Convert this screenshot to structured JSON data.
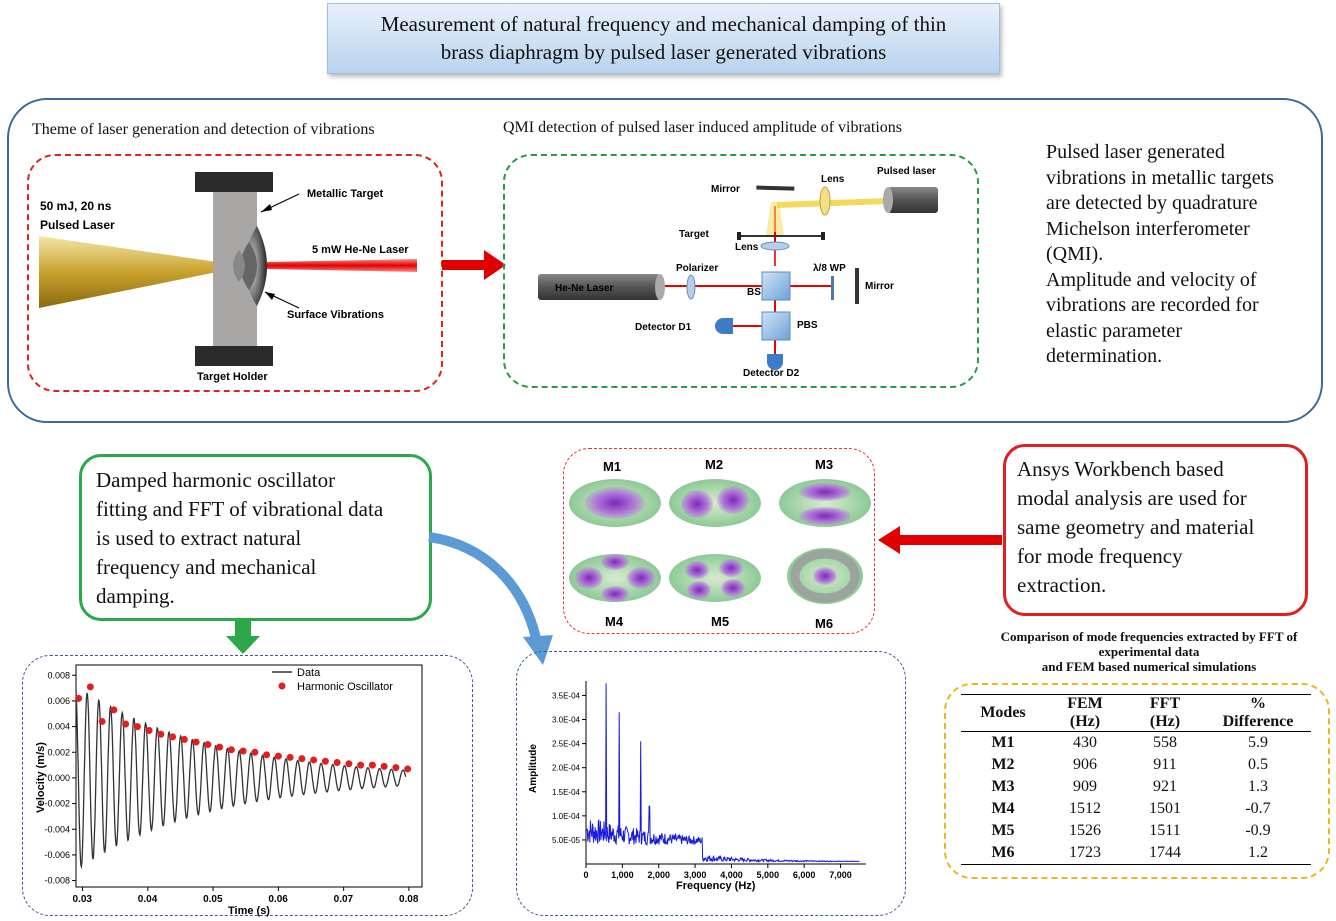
{
  "title": {
    "line1": "Measurement of natural frequency and mechanical damping of thin",
    "line2": "brass diaphragm by pulsed laser generated vibrations"
  },
  "theme": {
    "heading": "Theme of laser generation and detection of vibrations",
    "pulse_label_1": "50 mJ, 20 ns",
    "pulse_label_2": "Pulsed Laser",
    "metallic_target": "Metallic Target",
    "hene_label": "5 mW He-Ne Laser",
    "surface_vibrations": "Surface Vibrations",
    "target_holder": "Target Holder"
  },
  "qmi": {
    "heading": "QMI detection of pulsed laser induced amplitude of vibrations",
    "mirror_top": "Mirror",
    "lens_top": "Lens",
    "pulsed_laser": "Pulsed laser",
    "target": "Target",
    "lens": "Lens",
    "hene": "He-Ne Laser",
    "polarizer": "Polarizer",
    "bs": "BS",
    "waveplate": "λ/8 WP",
    "mirror_right": "Mirror",
    "detector1": "Detector D1",
    "pbs": "PBS",
    "detector2": "Detector D2"
  },
  "description": {
    "lines": [
      "Pulsed laser generated",
      "vibrations in metallic targets",
      "are detected by quadrature",
      "Michelson interferometer",
      "(QMI).",
      "Amplitude and velocity of",
      "vibrations are recorded for",
      "elastic parameter",
      "determination."
    ]
  },
  "fitting_box": {
    "lines": [
      "Damped harmonic oscillator",
      "fitting and FFT of vibrational data",
      "is used to extract natural",
      "frequency and mechanical",
      "damping."
    ]
  },
  "ansys_box": {
    "lines": [
      "Ansys Workbench based",
      "modal analysis are used for",
      "same geometry and material",
      "for mode frequency",
      "extraction."
    ]
  },
  "modes": [
    "M1",
    "M2",
    "M3",
    "M4",
    "M5",
    "M6"
  ],
  "comparison": {
    "caption_line1": "Comparison of mode frequencies extracted by FFT of",
    "caption_line2": "experimental data",
    "caption_line3": "and  FEM based numerical simulations",
    "headers": {
      "modes": "Modes",
      "fem1": "FEM",
      "fem2": "(Hz)",
      "fft1": "FFT",
      "fft2": "(Hz)",
      "diff1": "%",
      "diff2": "Difference"
    },
    "rows": [
      {
        "mode": "M1",
        "fem": "430",
        "fft": "558",
        "diff": "5.9"
      },
      {
        "mode": "M2",
        "fem": "906",
        "fft": "911",
        "diff": "0.5"
      },
      {
        "mode": "M3",
        "fem": "909",
        "fft": "921",
        "diff": "1.3"
      },
      {
        "mode": "M4",
        "fem": "1512",
        "fft": "1501",
        "diff": "-0.7"
      },
      {
        "mode": "M5",
        "fem": "1526",
        "fft": "1511",
        "diff": "-0.9"
      },
      {
        "mode": "M6",
        "fem": "1723",
        "fft": "1744",
        "diff": "1.2"
      }
    ]
  },
  "chart_data": [
    {
      "type": "line",
      "xlabel": "Time (s)",
      "ylabel": "Velocity (m/s)",
      "xlim": [
        0.029,
        0.082
      ],
      "ylim": [
        -0.0085,
        0.0088
      ],
      "xticks": [
        "0.03",
        "0.04",
        "0.05",
        "0.06",
        "0.07",
        "0.08"
      ],
      "yticks": [
        "0.008",
        "0.006",
        "0.004",
        "0.002",
        "0.000",
        "-0.002",
        "-0.004",
        "-0.006",
        "-0.008"
      ],
      "legend": [
        "Data",
        "Harmonic Oscillator"
      ],
      "legend_position": "top-right",
      "series": [
        {
          "name": "Data",
          "frequency_hz": 558,
          "start_amplitude": 0.0072,
          "end_amplitude": 0.0006
        },
        {
          "name": "Harmonic Oscillator",
          "x": [
            0.0294,
            0.0312,
            0.033,
            0.0348,
            0.0366,
            0.0384,
            0.0402,
            0.042,
            0.0438,
            0.0456,
            0.0474,
            0.0492,
            0.051,
            0.0528,
            0.0546,
            0.0564,
            0.0582,
            0.06,
            0.0618,
            0.0636,
            0.0654,
            0.0672,
            0.069,
            0.0708,
            0.0726,
            0.0744,
            0.0762,
            0.078,
            0.0798
          ],
          "y": [
            0.0062,
            0.0071,
            0.0044,
            0.0053,
            0.0042,
            0.004,
            0.0037,
            0.0034,
            0.0032,
            0.003,
            0.0028,
            0.0026,
            0.0024,
            0.0022,
            0.0021,
            0.002,
            0.0018,
            0.0017,
            0.0016,
            0.0015,
            0.0014,
            0.0013,
            0.0012,
            0.0011,
            0.001,
            0.001,
            0.0009,
            0.0008,
            0.0007
          ]
        }
      ]
    },
    {
      "type": "line",
      "xlabel": "Frequency (Hz)",
      "ylabel": "Amplitude",
      "xlim": [
        0,
        7700
      ],
      "ylim": [
        0,
        0.00038
      ],
      "xticks": [
        "0",
        "1,000",
        "2,000",
        "3,000",
        "4,000",
        "5,000",
        "6,000",
        "7,000"
      ],
      "yticks": [
        "3.5E-04",
        "3.0E-04",
        "2.5E-04",
        "2.0E-04",
        "1.5E-04",
        "1.0E-04",
        "5.0E-05"
      ],
      "peaks": [
        {
          "x": 558,
          "y": 0.000375
        },
        {
          "x": 911,
          "y": 0.000315
        },
        {
          "x": 1501,
          "y": 0.000255
        },
        {
          "x": 1744,
          "y": 0.00012
        }
      ]
    }
  ],
  "colors": {
    "title_bg": "#c6dbf1",
    "panel_border": "#3a6a9a",
    "red": "#e02020",
    "green": "#2aa84a",
    "blue_arrow": "#5b9bd5",
    "fft_blue": "#1a1adc",
    "fit_red": "#e02020"
  }
}
